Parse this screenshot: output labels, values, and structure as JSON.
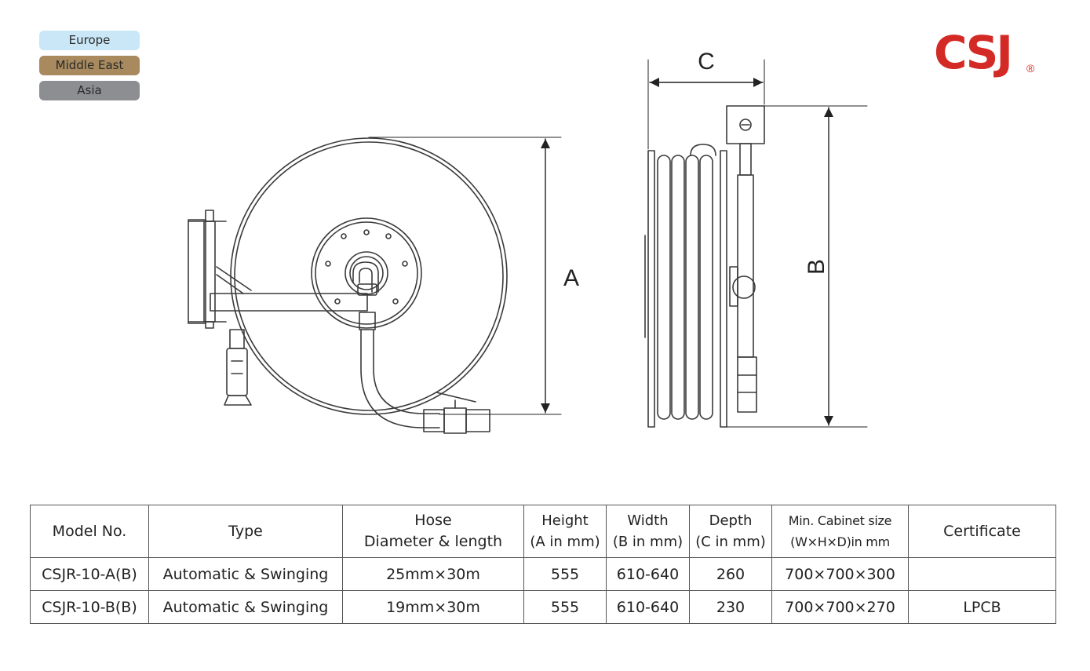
{
  "regions": [
    {
      "label": "Europe",
      "color": "#c9e7f7"
    },
    {
      "label": "Middle East",
      "color": "#a88a5e"
    },
    {
      "label": "Asia",
      "color": "#8d8e91"
    }
  ],
  "logo": {
    "text": "CSJ",
    "mark": "®",
    "color": "#d42a26"
  },
  "drawing": {
    "front_view": {
      "dimension_label": "A"
    },
    "side_view": {
      "depth_label": "C",
      "width_label": "B"
    }
  },
  "table": {
    "headers": [
      {
        "line1": "Model No.",
        "line2": ""
      },
      {
        "line1": "Type",
        "line2": ""
      },
      {
        "line1": "Hose",
        "line2": "Diameter & length"
      },
      {
        "line1": "Height",
        "line2": "(A in mm)"
      },
      {
        "line1": "Width",
        "line2": "(B in mm)"
      },
      {
        "line1": "Depth",
        "line2": "(C in mm)"
      },
      {
        "line1": "Min. Cabinet size",
        "line2": "(W×H×D)in mm"
      },
      {
        "line1": "Certificate",
        "line2": ""
      }
    ],
    "rows": [
      [
        "CSJR-10-A(B)",
        "Automatic & Swinging",
        "25mm×30m",
        "555",
        "610-640",
        "260",
        "700×700×300",
        ""
      ],
      [
        "CSJR-10-B(B)",
        "Automatic & Swinging",
        "19mm×30m",
        "555",
        "610-640",
        "230",
        "700×700×270",
        "LPCB"
      ]
    ]
  }
}
